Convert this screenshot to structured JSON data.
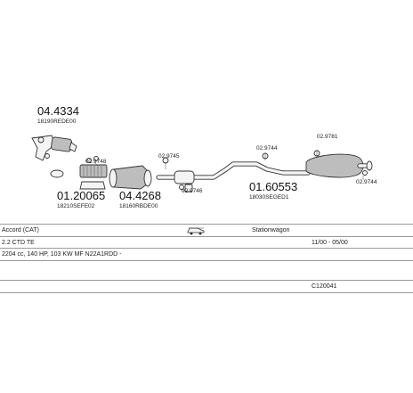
{
  "parts": [
    {
      "id": "p1",
      "number": "04.4334",
      "code": "18190REDE00"
    },
    {
      "id": "p2",
      "number": "01.20065",
      "code": "18210SEFE02"
    },
    {
      "id": "p3",
      "number": "04.4268",
      "code": "18160RBDE00"
    },
    {
      "id": "p4",
      "number": "01.60553",
      "code": "18030SEGED1"
    }
  ],
  "refs": [
    "02.9748",
    "02.9745",
    "02.9744",
    "02.9781",
    "02.9744",
    "02.9746"
  ],
  "info": {
    "model": "Accord (CAT)",
    "body": "Stationwagon",
    "engine": "2.2 CTD TE",
    "years": "11/00 - 05/00",
    "specs": "2204 cc, 140 HP, 103 KW MF N22A1RDD -",
    "catalog_code": "C120041"
  },
  "colors": {
    "line": "#333333",
    "shade": "#bdbdbd",
    "fill": "#f4f4f4"
  }
}
